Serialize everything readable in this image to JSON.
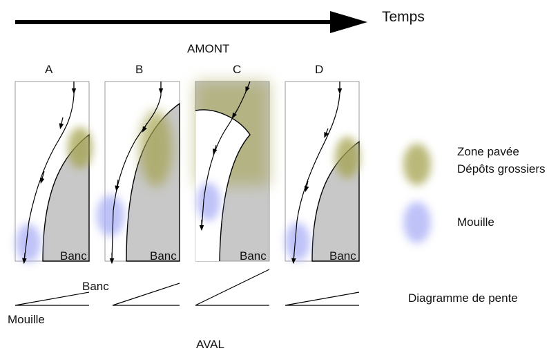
{
  "header": {
    "time_label": "Temps",
    "upstream_label": "AMONT",
    "downstream_label": "AVAL"
  },
  "panels": [
    {
      "letter": "A",
      "bar_label": "Banc"
    },
    {
      "letter": "B",
      "bar_label": "Banc"
    },
    {
      "letter": "C",
      "bar_label": "Banc"
    },
    {
      "letter": "D",
      "bar_label": "Banc"
    }
  ],
  "slope_diagram": {
    "bar_label": "Banc",
    "pool_label": "Mouille",
    "title": "Diagramme de pente"
  },
  "legend": {
    "paved_zone_line1": "Zone pavée",
    "paved_zone_line2": "Dépôts grossiers",
    "pool": "Mouille"
  },
  "colors": {
    "paved_zone": "#a4a24e",
    "pool": "#a9aef5",
    "bar": "#c8c8c8",
    "line": "#000000"
  }
}
